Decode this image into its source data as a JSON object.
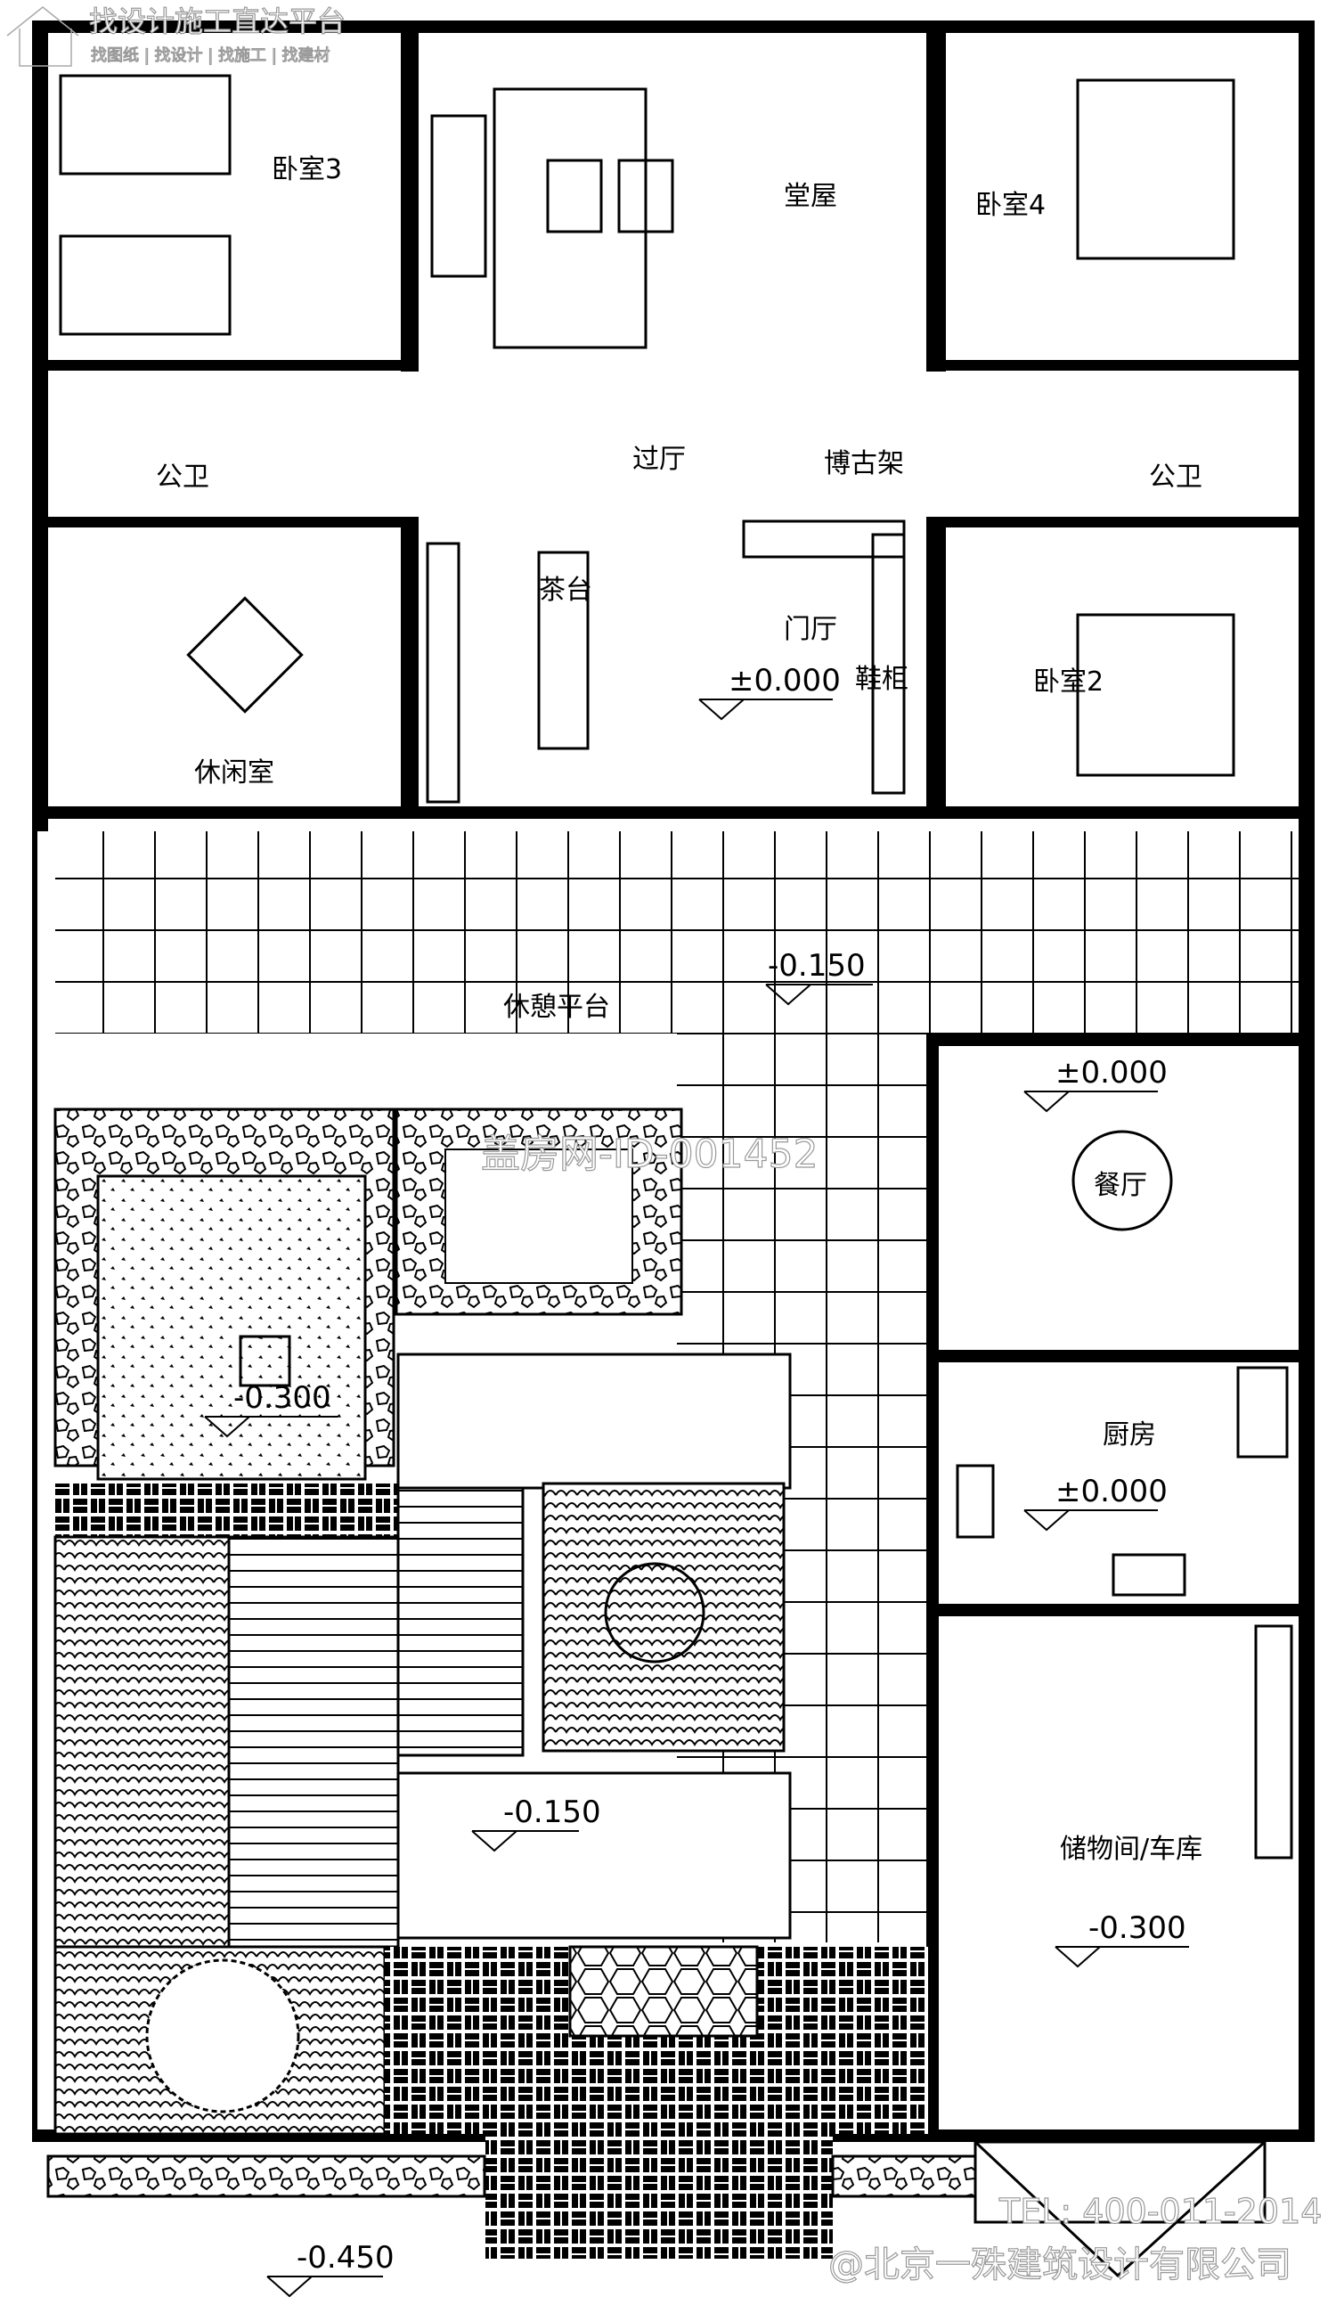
{
  "watermarks": {
    "platform_title": "找设计施工直达平台",
    "platform_links": "找图纸 | 找设计 | 找施工 | 找建材",
    "site_id": "盖房网-ID-001452",
    "tel": "TEL: 400-011-2014",
    "company": "@北京一殊建筑设计有限公司"
  },
  "rooms": {
    "bedroom3": "卧室3",
    "main_hall": "堂屋",
    "bedroom4": "卧室4",
    "bath_left": "公卫",
    "passage_hall": "过厅",
    "antique_shelf": "博古架",
    "bath_right": "公卫",
    "tea_table": "茶台",
    "entrance_hall": "门厅",
    "shoe_cabinet": "鞋柜",
    "bedroom2": "卧室2",
    "leisure_room": "休闲室",
    "rest_terrace": "休憩平台",
    "dining": "餐厅",
    "kitchen": "厨房",
    "storage_garage": "储物间/车库"
  },
  "levels": {
    "entrance": "±0.000",
    "terrace": "-0.150",
    "dining": "±0.000",
    "garden_seating": "-0.300",
    "kitchen": "±0.000",
    "courtyard": "-0.150",
    "garage": "-0.300",
    "outside": "-0.450"
  }
}
